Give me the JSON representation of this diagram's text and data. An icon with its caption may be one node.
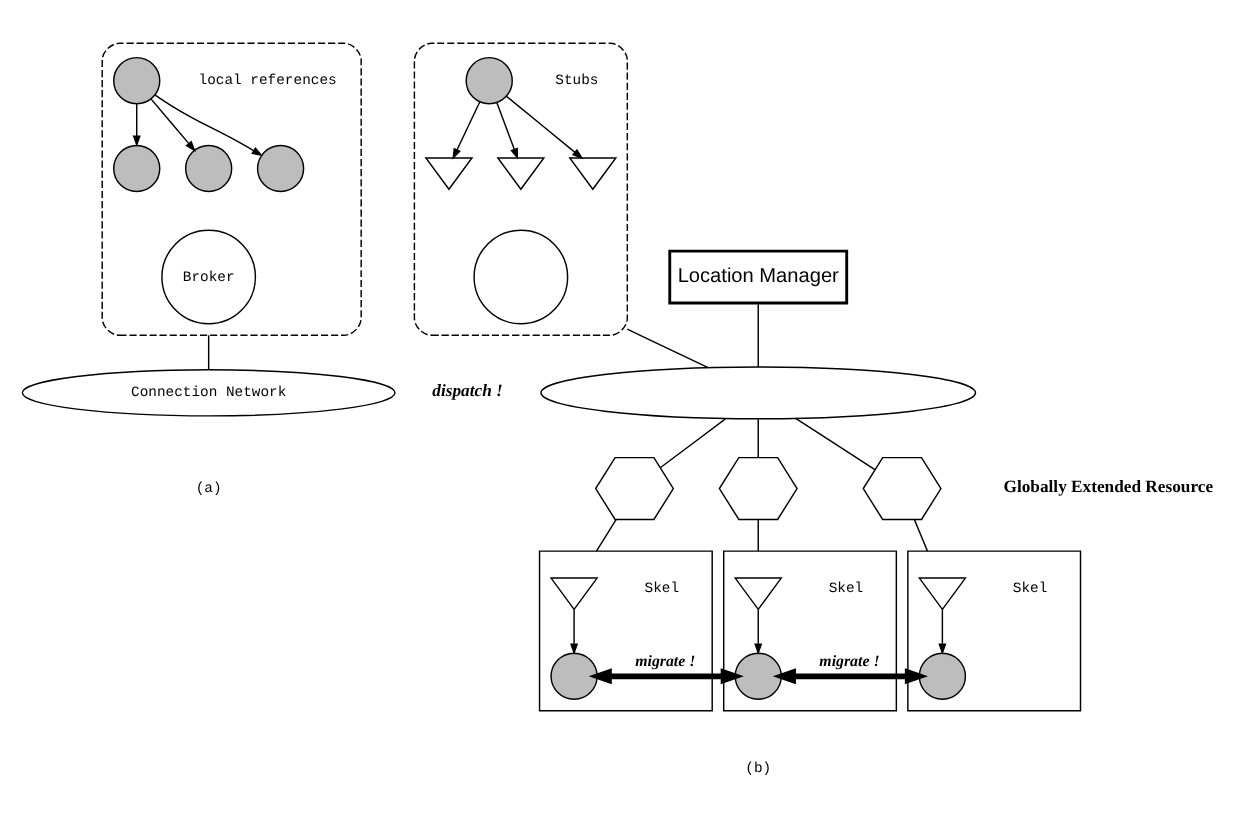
{
  "diagram": {
    "nodes": [
      {
        "text": [],
        "shape": "box"
      },
      {
        "text": [],
        "shape": "circle",
        "in": 0
      },
      {
        "text": [],
        "shape": "circle",
        "in": 0
      },
      {
        "text": [],
        "shape": "circle",
        "in": 0
      },
      {
        "text": [],
        "shape": "circle",
        "in": 0
      },
      {
        "text": [
          "Broker"
        ],
        "in": 0
      },
      {
        "text": [
          "Connection Network"
        ]
      },
      {
        "text": [],
        "shape": "box"
      },
      {
        "text": [],
        "shape": "circle",
        "in": 7
      },
      {
        "text": [],
        "shape": "triangle",
        "in": 7
      },
      {
        "text": [],
        "shape": "triangle",
        "in": 7
      },
      {
        "text": [],
        "shape": "triangle",
        "in": 7
      },
      {
        "text": [],
        "shape": "circle",
        "in": 7
      },
      {
        "text": [
          "Location Manager"
        ]
      },
      {
        "text": [],
        "shape": "ellipse"
      },
      {
        "text": [],
        "shape": "hexagon"
      },
      {
        "text": [],
        "shape": "hexagon"
      },
      {
        "text": [],
        "shape": "hexagon"
      },
      {
        "text": [],
        "shape": "box"
      },
      {
        "text": [],
        "shape": "triangle",
        "in": 18
      },
      {
        "text": [],
        "shape": "circle",
        "in": 18
      },
      {
        "text": [],
        "shape": "box"
      },
      {
        "text": [],
        "shape": "triangle",
        "in": 21
      },
      {
        "text": [],
        "shape": "circle",
        "in": 21
      },
      {
        "text": [],
        "shape": "box"
      },
      {
        "text": [],
        "shape": "triangle",
        "in": 24
      },
      {
        "text": [],
        "shape": "circle",
        "in": 24
      }
    ],
    "edges": [
      {
        "from": 1,
        "to": 2,
        "arrow": "to"
      },
      {
        "from": 1,
        "to": 3,
        "arrow": "to"
      },
      {
        "from": 1,
        "to": 4,
        "arrow": "to"
      },
      {
        "from": 0,
        "to": 6,
        "arrow": "none"
      },
      {
        "from": 8,
        "to": 9,
        "arrow": "to"
      },
      {
        "from": 8,
        "to": 10,
        "arrow": "to"
      },
      {
        "from": 8,
        "to": 11,
        "arrow": "to"
      },
      {
        "from": 13,
        "to": 14,
        "arrow": "none"
      },
      {
        "from": 7,
        "to": 14,
        "arrow": "none"
      },
      {
        "from": 14,
        "to": 15,
        "arrow": "none"
      },
      {
        "from": 14,
        "to": 16,
        "arrow": "none"
      },
      {
        "from": 14,
        "to": 17,
        "arrow": "none"
      },
      {
        "from": 15,
        "to": 18,
        "arrow": "none"
      },
      {
        "from": 16,
        "to": 21,
        "arrow": "none"
      },
      {
        "from": 17,
        "to": 24,
        "arrow": "none"
      },
      {
        "from": 19,
        "to": 20,
        "arrow": "to"
      },
      {
        "from": 22,
        "to": 23,
        "arrow": "to"
      },
      {
        "from": 25,
        "to": 26,
        "arrow": "to"
      },
      {
        "from": 20,
        "to": 23,
        "arrow": "both",
        "style": "thick",
        "label": "migrate !"
      },
      {
        "from": 23,
        "to": 26,
        "arrow": "both",
        "style": "thick",
        "label": "migrate !"
      }
    ],
    "labels": [
      "Stubs",
      "local references",
      "dispatch !",
      "Globally Extended Resource",
      "Skel",
      "Skel",
      "Skel",
      "(a)",
      "(b)"
    ]
  }
}
